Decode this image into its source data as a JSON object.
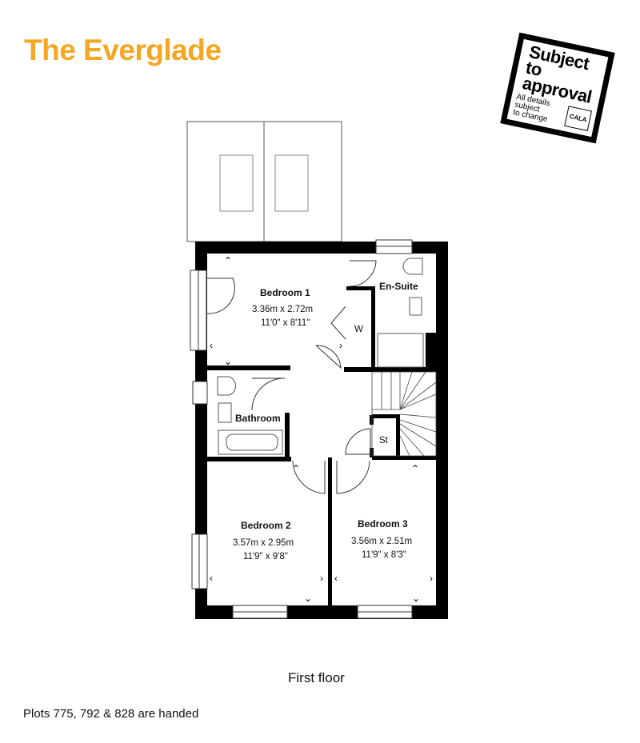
{
  "header": {
    "title": "The Everglade",
    "title_color": "#f5a623"
  },
  "stamp": {
    "line1": "Subject",
    "line2": "to",
    "line3": "approval",
    "details1": "All details",
    "details2": "subject",
    "details3": "to change",
    "logo": "CALA"
  },
  "rooms": {
    "bedroom1": {
      "name": "Bedroom 1",
      "metric": "3.36m x 2.72m",
      "imperial": "11'0\" x 8'11\""
    },
    "ensuite": {
      "name": "En-Suite"
    },
    "wardrobe": {
      "name": "W"
    },
    "bathroom": {
      "name": "Bathroom"
    },
    "store": {
      "name": "St"
    },
    "bedroom2": {
      "name": "Bedroom 2",
      "metric": "3.57m x 2.95m",
      "imperial": "11'9\" x 9'8\""
    },
    "bedroom3": {
      "name": "Bedroom 3",
      "metric": "3.56m x 2.51m",
      "imperial": "11'9\" x 8'3\""
    }
  },
  "floor_label": "First floor",
  "note": "Plots 775, 792 & 828 are handed"
}
